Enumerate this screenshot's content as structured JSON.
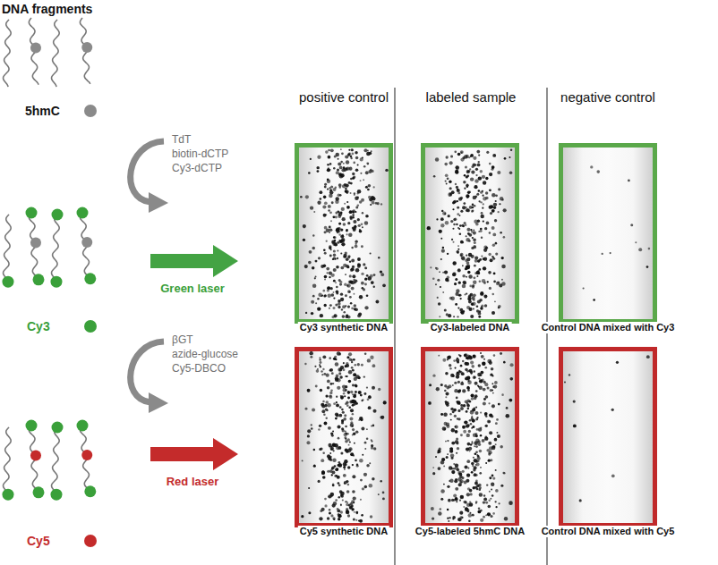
{
  "diagram": {
    "nodes": [
      {
        "text": [
          "Cy3 synthetic DNA"
        ]
      },
      {
        "text": [
          "Cy3-labeled DNA"
        ]
      },
      {
        "text": [
          "Control DNA mixed with Cy3"
        ]
      },
      {
        "text": [
          "Cy5 synthetic DNA"
        ]
      },
      {
        "text": [
          "Cy5-labeled 5hmC DNA"
        ]
      },
      {
        "text": [
          "Control DNA mixed with Cy5"
        ]
      }
    ],
    "labels": [
      "DNA fragments",
      "5hmC",
      "TdT",
      "biotin-dCTP",
      "Cy3-dCTP",
      "Cy3",
      "Green laser",
      "βGT",
      "azide-glucose",
      "Cy5-DBCO",
      "Cy5",
      "Red laser",
      "positive control",
      "labeled sample",
      "negative control"
    ]
  }
}
